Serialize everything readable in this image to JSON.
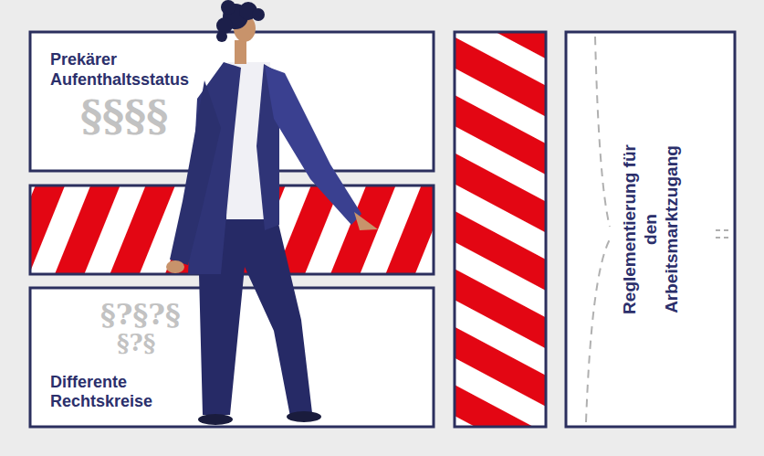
{
  "diagram": {
    "nodes": [
      {
        "text": [
          "Prekärer Aufenthaltsstatus"
        ]
      },
      {
        "text": [
          "Differente Rechtskreise"
        ]
      },
      {
        "text": [
          "Reglementierung für den Arbeitsmarktzugang"
        ]
      }
    ],
    "labels": [
      "§§§§",
      "§?§?§",
      "§?§"
    ]
  }
}
